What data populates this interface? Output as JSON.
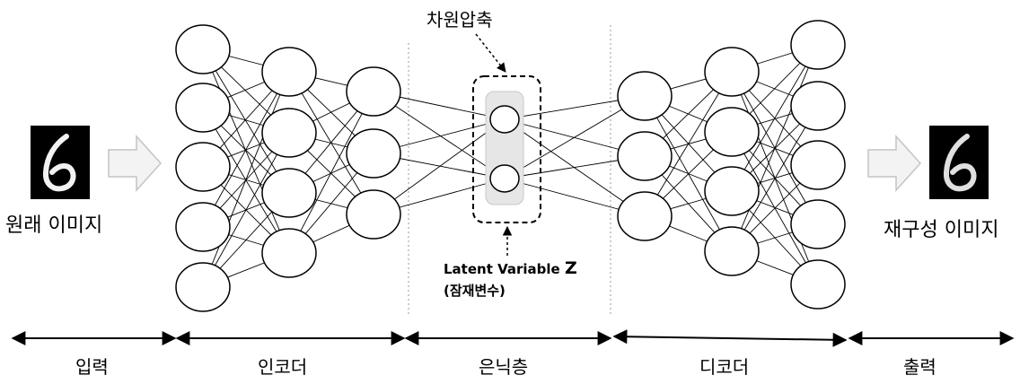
{
  "input_image": {
    "caption": "원래 이미지",
    "digit": "6"
  },
  "output_image": {
    "caption": "재구성 이미지",
    "digit": "6"
  },
  "bottleneck": {
    "compression_label": "차원압축",
    "latent_label": "Latent Variable",
    "latent_symbol": "Z",
    "latent_subtitle": "(잠재변수)"
  },
  "sections": {
    "input": "입력",
    "encoder": "인코더",
    "hidden": "은닉층",
    "decoder": "디코더",
    "output": "출력"
  },
  "layer_sizes": [
    5,
    4,
    3,
    2,
    3,
    4,
    5
  ]
}
